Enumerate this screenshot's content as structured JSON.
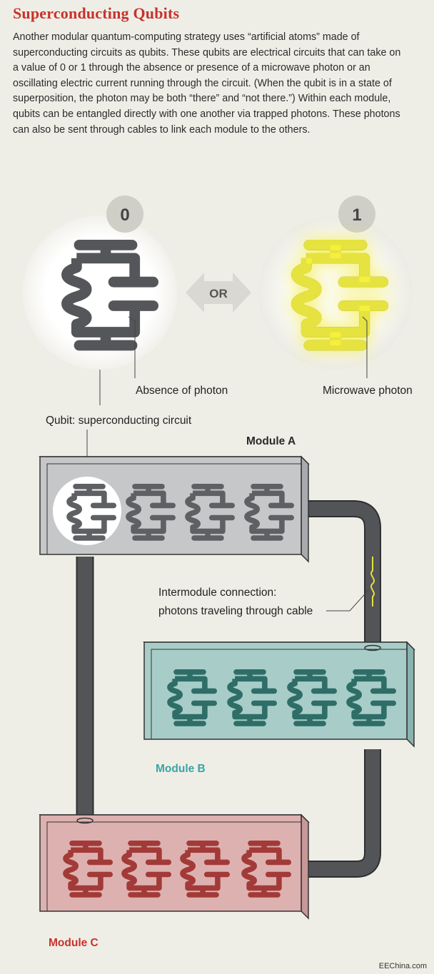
{
  "header": {
    "title": "Superconducting Qubits",
    "body": "Another modular quantum-computing strategy uses “artificial atoms” made of superconducting circuits as qubits. These qubits are electrical circuits that can take on a value of 0 or 1 through the absence or presence of a microwave photon or an oscillating electric current running through the circuit. (When the qubit is in a state of superposition, the photon may be both “there” and “not there.”) Within each module, qubits can be entangled directly with one another via trapped photons. These photons can also be sent through cables to link each module to the others."
  },
  "states": {
    "zero": {
      "label": "0",
      "caption": "Absence of photon"
    },
    "one": {
      "label": "1",
      "caption": "Microwave photon"
    },
    "or_label": "OR"
  },
  "labels": {
    "qubit": "Qubit: superconducting circuit",
    "connection_line1": "Intermodule connection:",
    "connection_line2": "photons traveling through cable",
    "credit": "EEChina.com"
  },
  "modules": [
    {
      "name": "Module A",
      "color": "#2a2a2a",
      "face": "#c6c7c9",
      "top": "#d5d6d8",
      "side": "#a9aaad",
      "qubit": "#5f6063"
    },
    {
      "name": "Module B",
      "color": "#3aa3a6",
      "face": "#a8cdc9",
      "top": "#bcd9d5",
      "side": "#88b3ae",
      "qubit": "#2f6d67"
    },
    {
      "name": "Module C",
      "color": "#c8322c",
      "face": "#ddb1b0",
      "top": "#e6c3c2",
      "side": "#c89797",
      "qubit": "#a23a38"
    }
  ],
  "colors": {
    "accent": "#c8322c",
    "circuit": "#555659",
    "glow": "#f4ef3a",
    "cable": "#535458"
  }
}
